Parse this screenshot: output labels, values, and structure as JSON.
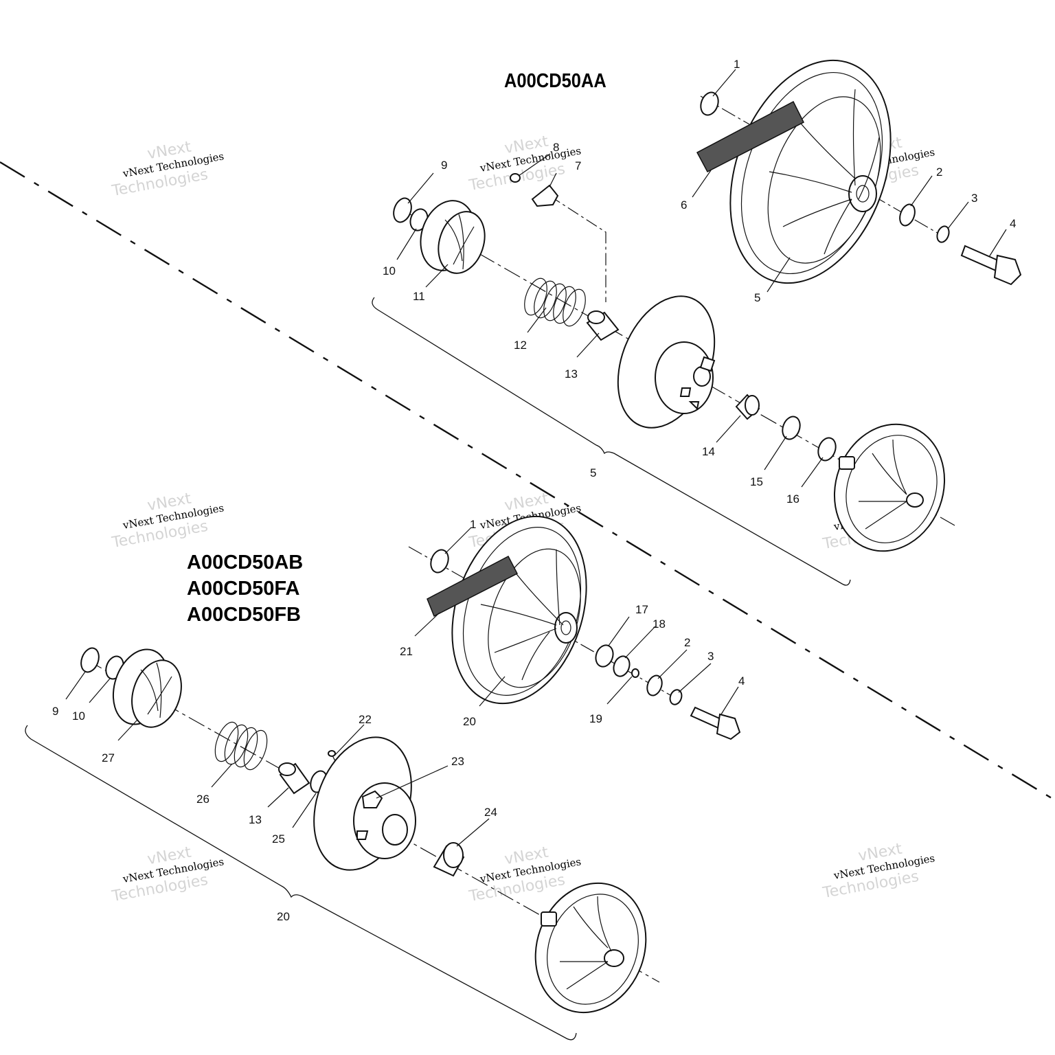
{
  "titles": {
    "top_model": "A00CD50AA",
    "bottom_models": [
      "A00CD50AB",
      "A00CD50FA",
      "A00CD50FB"
    ]
  },
  "watermark": {
    "line1": "vNext Technologies",
    "line2": "vNext",
    "line3": "Technologies"
  },
  "top_assembly": {
    "callouts": [
      "1",
      "2",
      "3",
      "4",
      "5",
      "6",
      "7",
      "8",
      "9",
      "10",
      "11",
      "12",
      "13",
      "14",
      "15",
      "16"
    ],
    "group_label": "5"
  },
  "bottom_assembly": {
    "callouts": [
      "1",
      "17",
      "18",
      "2",
      "3",
      "4",
      "21",
      "20",
      "19",
      "9",
      "10",
      "27",
      "22",
      "23",
      "26",
      "13",
      "25",
      "24"
    ],
    "group_label": "20"
  }
}
